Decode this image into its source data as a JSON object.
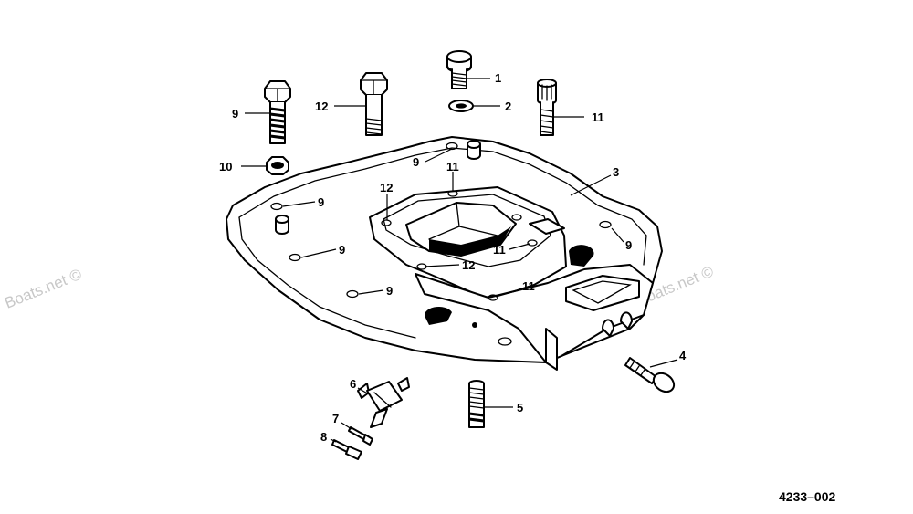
{
  "watermark": "Boats.net ©",
  "figure_number": "4233–002",
  "callouts": {
    "c1": "1",
    "c2": "2",
    "c3": "3",
    "c4": "4",
    "c5": "5",
    "c6": "6",
    "c7": "7",
    "c8": "8",
    "c9a": "9",
    "c9b": "9",
    "c9c": "9",
    "c9d": "9",
    "c9e": "9",
    "c9f": "9",
    "c10": "10",
    "c11a": "11",
    "c11b": "11",
    "c11c": "11",
    "c11d": "11",
    "c12a": "12",
    "c12b": "12",
    "c12c": "12"
  }
}
